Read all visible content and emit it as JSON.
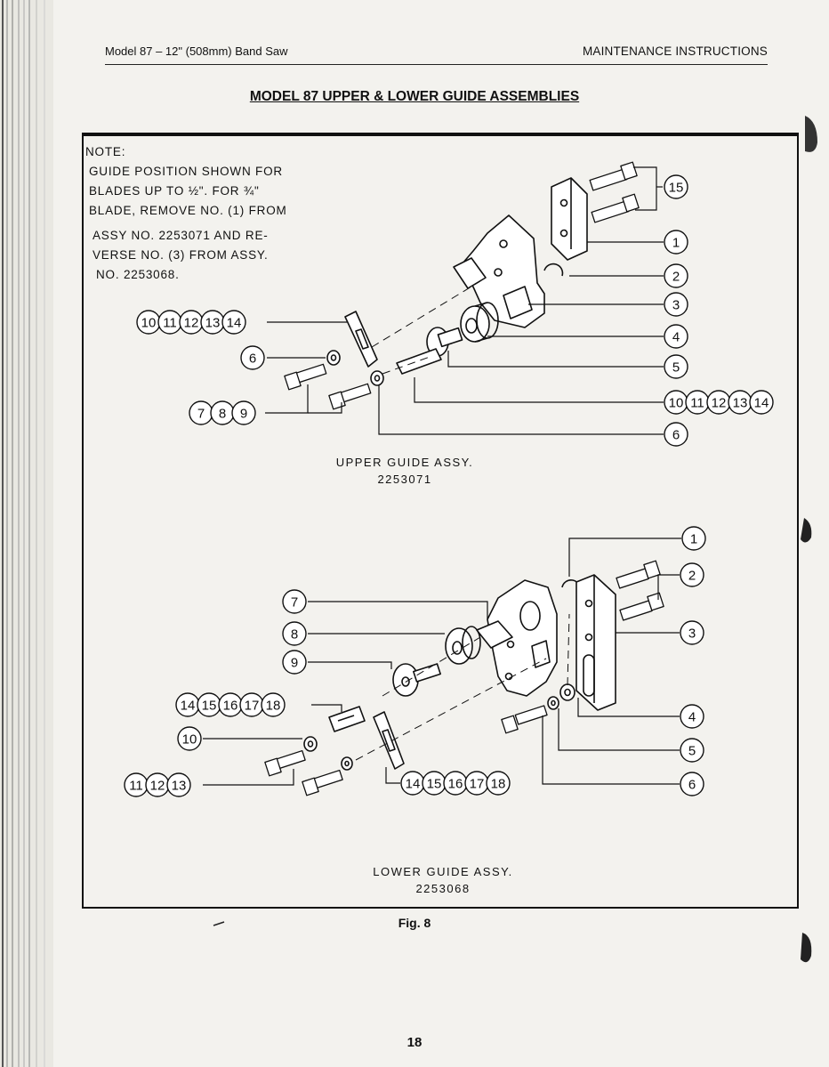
{
  "header": {
    "left": "Model 87 – 12\" (508mm) Band Saw",
    "right": "MAINTENANCE INSTRUCTIONS"
  },
  "title": "MODEL 87 UPPER & LOWER GUIDE ASSEMBLIES",
  "note": {
    "lines": [
      "NOTE:",
      "GUIDE POSITION SHOWN FOR",
      "BLADES UP TO ½\". FOR ¾\"",
      "BLADE, REMOVE NO. (1) FROM",
      "ASSY NO. 2253071 AND RE-",
      "VERSE NO. (3) FROM ASSY.",
      "NO. 2253068."
    ]
  },
  "upper": {
    "caption": "UPPER GUIDE ASSY.",
    "number": "2253071",
    "callouts": [
      {
        "id": "u15",
        "labels": [
          "15"
        ]
      },
      {
        "id": "u1",
        "labels": [
          "1"
        ]
      },
      {
        "id": "u2",
        "labels": [
          "2"
        ]
      },
      {
        "id": "u3",
        "labels": [
          "3"
        ]
      },
      {
        "id": "u4",
        "labels": [
          "4"
        ]
      },
      {
        "id": "u5",
        "labels": [
          "5"
        ]
      },
      {
        "id": "u10r",
        "labels": [
          "10",
          "11",
          "12",
          "13",
          "14"
        ]
      },
      {
        "id": "u6r",
        "labels": [
          "6"
        ]
      },
      {
        "id": "u10l",
        "labels": [
          "10",
          "11",
          "12",
          "13",
          "14"
        ]
      },
      {
        "id": "u6l",
        "labels": [
          "6"
        ]
      },
      {
        "id": "u789",
        "labels": [
          "7",
          "8",
          "9"
        ]
      }
    ]
  },
  "lower": {
    "caption": "LOWER GUIDE ASSY.",
    "number": "2253068",
    "callouts": [
      {
        "id": "l1",
        "labels": [
          "1"
        ]
      },
      {
        "id": "l2",
        "labels": [
          "2"
        ]
      },
      {
        "id": "l3",
        "labels": [
          "3"
        ]
      },
      {
        "id": "l4",
        "labels": [
          "4"
        ]
      },
      {
        "id": "l5",
        "labels": [
          "5"
        ]
      },
      {
        "id": "l6",
        "labels": [
          "6"
        ]
      },
      {
        "id": "l7",
        "labels": [
          "7"
        ]
      },
      {
        "id": "l8",
        "labels": [
          "8"
        ]
      },
      {
        "id": "l9",
        "labels": [
          "9"
        ]
      },
      {
        "id": "l14a",
        "labels": [
          "14",
          "15",
          "16",
          "17",
          "18"
        ]
      },
      {
        "id": "l10",
        "labels": [
          "10"
        ]
      },
      {
        "id": "l11",
        "labels": [
          "11",
          "12",
          "13"
        ]
      },
      {
        "id": "l14b",
        "labels": [
          "14",
          "15",
          "16",
          "17",
          "18"
        ]
      }
    ]
  },
  "figure": "Fig. 8",
  "page_number": "18"
}
